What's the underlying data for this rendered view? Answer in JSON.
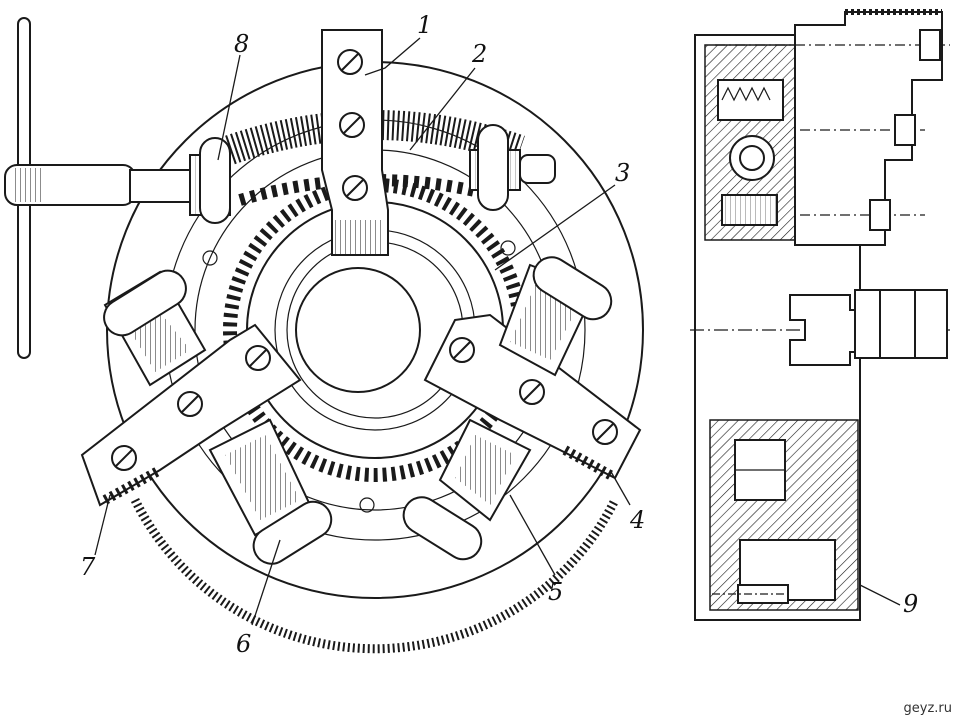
{
  "callouts": [
    {
      "id": "1",
      "label": "1"
    },
    {
      "id": "2",
      "label": "2"
    },
    {
      "id": "3",
      "label": "3"
    },
    {
      "id": "4",
      "label": "4"
    },
    {
      "id": "5",
      "label": "5"
    },
    {
      "id": "6",
      "label": "6"
    },
    {
      "id": "7",
      "label": "7"
    },
    {
      "id": "8",
      "label": "8"
    },
    {
      "id": "9",
      "label": "9"
    }
  ],
  "watermark": "geyz.ru",
  "colors": {
    "ink": "#1a1a1a",
    "paper": "#ffffff"
  }
}
